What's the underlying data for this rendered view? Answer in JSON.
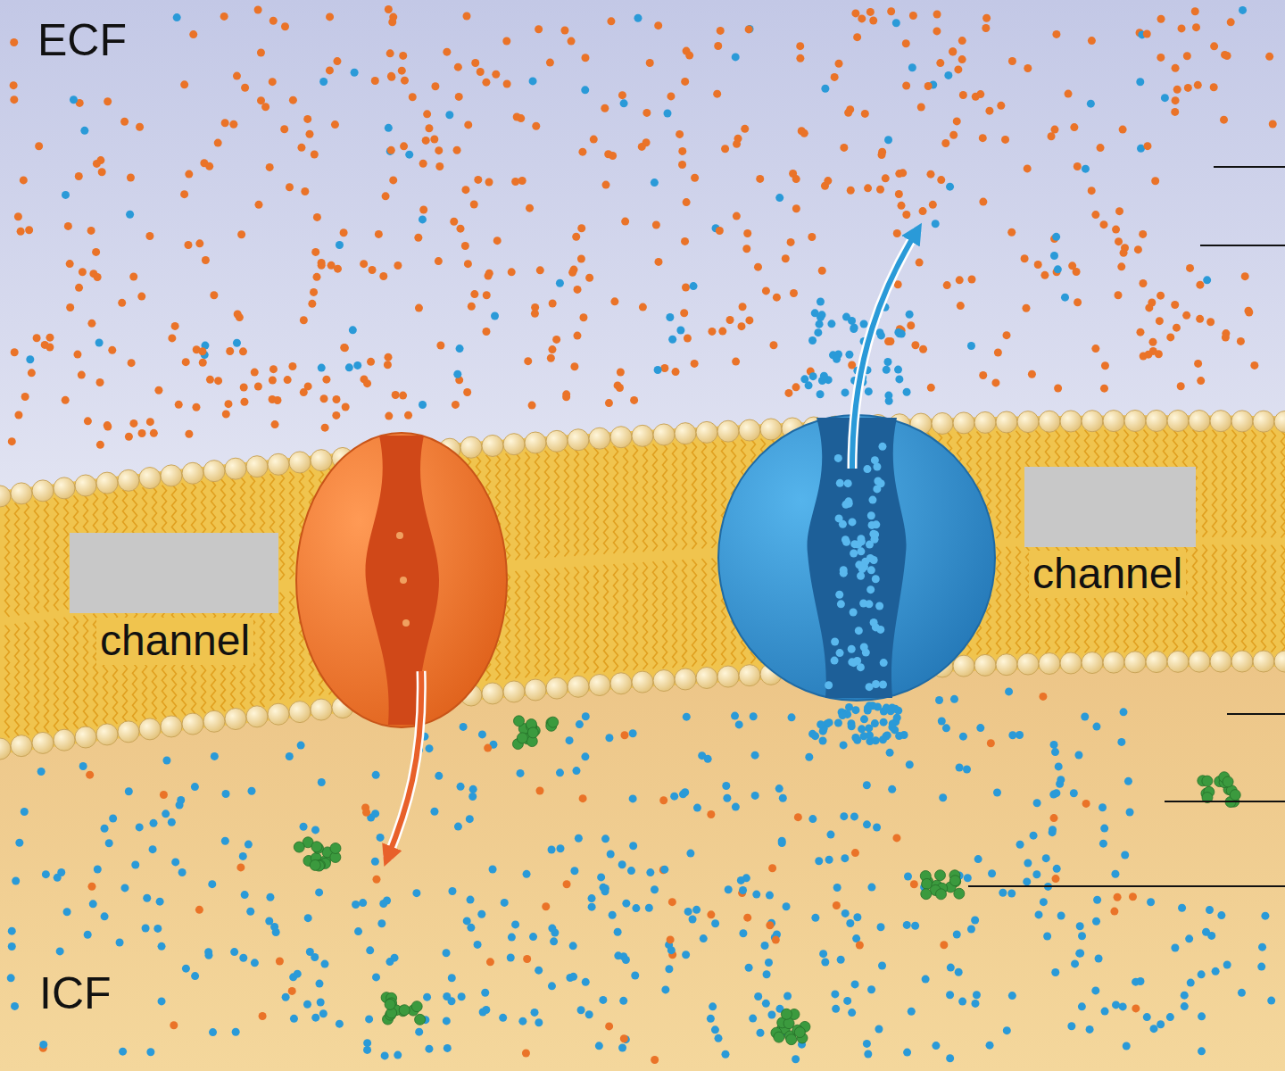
{
  "diagram": {
    "labels": [
      "ECF",
      "channel",
      "channel",
      "ICF"
    ]
  }
}
